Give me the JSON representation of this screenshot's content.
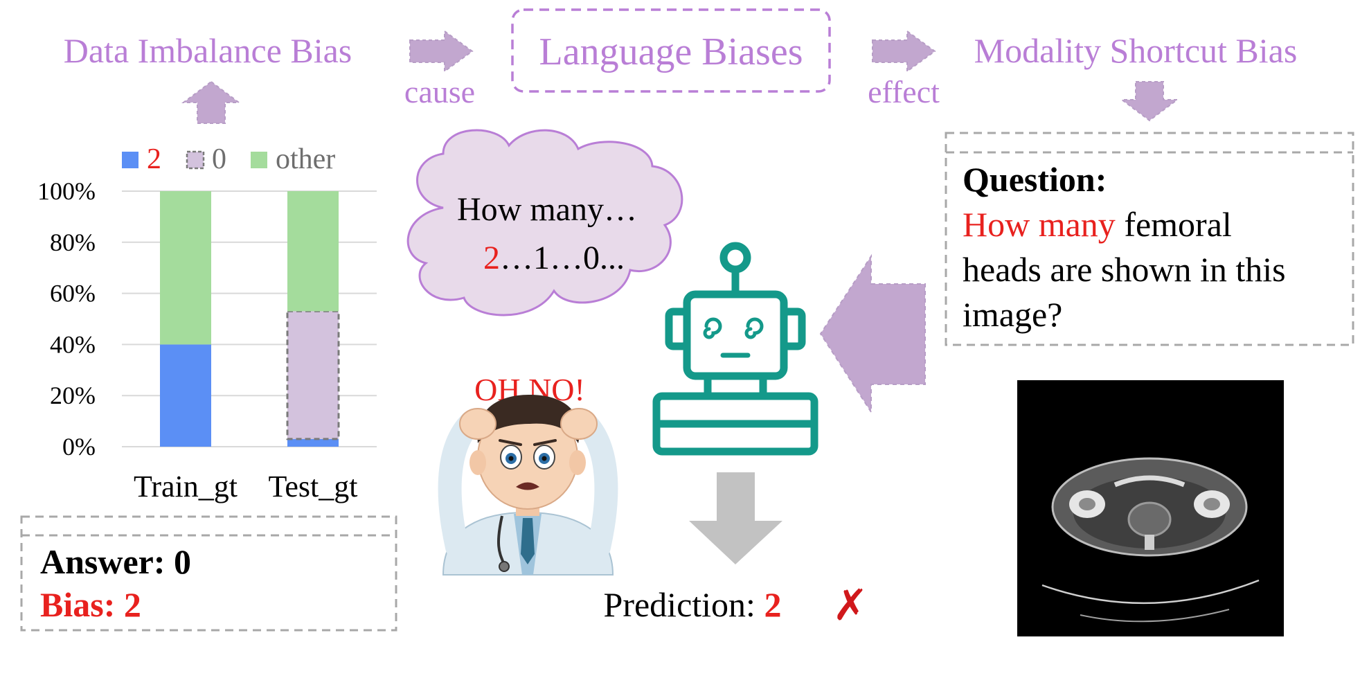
{
  "header": {
    "left_title": "Data Imbalance Bias",
    "center_title": "Language Biases",
    "right_title": "Modality Shortcut Bias",
    "cause_label": "cause",
    "effect_label": "effect"
  },
  "colors": {
    "purple_text": "#b97ed6",
    "arrow_purple": "#c2a7cf",
    "red": "#e8211e",
    "bar_blue": "#5b8ff5",
    "bar_lavender": "#d3c2dd",
    "bar_green": "#a4dc9c",
    "robot_teal": "#14998a",
    "gray_arrow": "#c2c2c2"
  },
  "chart_data": {
    "type": "bar",
    "stacked": true,
    "categories": [
      "Train_gt",
      "Test_gt"
    ],
    "series": [
      {
        "name": "2",
        "values": [
          40,
          3
        ]
      },
      {
        "name": "0",
        "values": [
          0,
          50
        ]
      },
      {
        "name": "other",
        "values": [
          60,
          47
        ]
      }
    ],
    "ylim": [
      0,
      100
    ],
    "yticks": [
      "0%",
      "20%",
      "40%",
      "60%",
      "80%",
      "100%"
    ],
    "grid": true,
    "legend_position": "top"
  },
  "thought": {
    "line1": "How many…",
    "line2_red": "2",
    "line2_rest": "…1…0..."
  },
  "exclaim": "OH NO!",
  "question_box": {
    "label": "Question:",
    "red_part": "How many",
    "line1_rest": " femoral",
    "line2": "heads are shown in this",
    "line3": "image?"
  },
  "answer_box": {
    "answer": "Answer: 0",
    "bias": "Bias: 2"
  },
  "prediction": {
    "label": "Prediction: ",
    "value": "2",
    "mark": "✗"
  }
}
